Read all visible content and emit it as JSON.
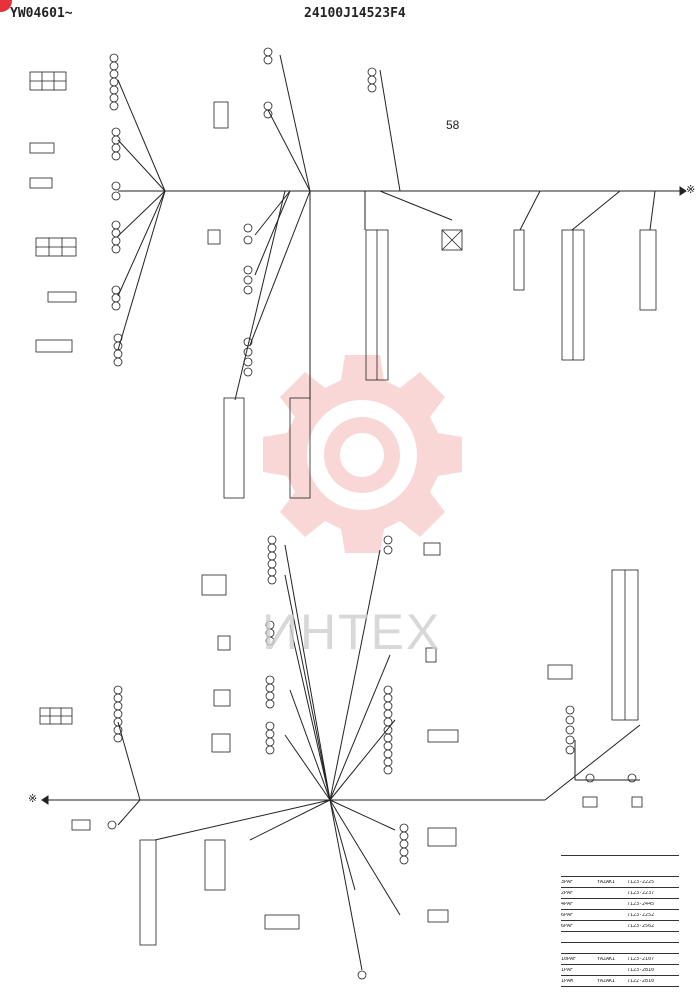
{
  "header": {
    "serial_range": "YW04601~",
    "drawing_number": "24100J14523F4"
  },
  "page_number": "58",
  "watermark_text": "ИНТЕХ",
  "colors": {
    "line": "#222222",
    "watermark_logo": "#f2a7a7",
    "corner_dot": "#e8323a"
  },
  "continuation_marks": [
    "※",
    "※"
  ],
  "connector_table": {
    "rows": [
      {
        "c1": "3PAF",
        "c2": "YAZAKI",
        "c3": "7123-2225"
      },
      {
        "c1": "2PAF",
        "c2": "",
        "c3": "7123-2237"
      },
      {
        "c1": "4PAF",
        "c2": "",
        "c3": "7123-2445"
      },
      {
        "c1": "6PAF",
        "c2": "",
        "c3": "7123-2252"
      },
      {
        "c1": "6PAF",
        "c2": "",
        "c3": "7123-2562"
      },
      {
        "c1": "",
        "c2": "",
        "c3": ""
      },
      {
        "c1": "",
        "c2": "",
        "c3": ""
      },
      {
        "c1": "10PAF",
        "c2": "YAZAKI",
        "c3": "7123-2107"
      },
      {
        "c1": "1PAF",
        "c2": "",
        "c3": "7123-2810"
      },
      {
        "c1": "1PAM",
        "c2": "YAZAKI",
        "c3": "7122-2810"
      }
    ]
  }
}
